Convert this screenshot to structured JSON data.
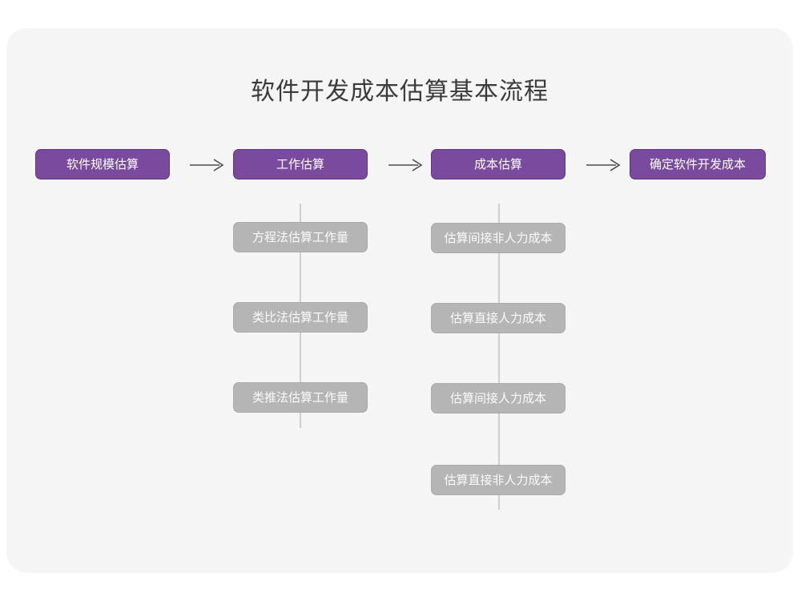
{
  "diagram": {
    "title": "软件开发成本估算基本流程",
    "accent_color": "#7a4a9e",
    "accent_border_color": "#5f3780",
    "secondary_color": "#b5b5b5",
    "background_color": "#f5f5f5",
    "connector_color": "#cfcfcf",
    "arrow_glyph": "arrow-right-icon",
    "stages": [
      {
        "label": "软件规模估算",
        "substeps": []
      },
      {
        "label": "工作估算",
        "substeps": [
          "方程法估算工作量",
          "类比法估算工作量",
          "类推法估算工作量"
        ]
      },
      {
        "label": "成本估算",
        "substeps": [
          "估算间接非人力成本",
          "估算直接人力成本",
          "估算间接人力成本",
          "估算直接非人力成本"
        ]
      },
      {
        "label": "确定软件开发成本",
        "substeps": []
      }
    ]
  }
}
